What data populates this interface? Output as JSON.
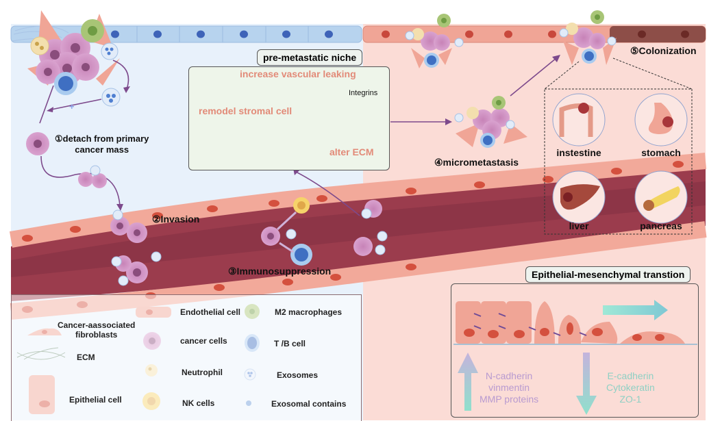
{
  "figure": {
    "regions": {
      "primary_site_color": "#e8f1fb",
      "metastatic_site_color": "#fbdcd6",
      "vessel_wall_color": "#f2a99a",
      "vessel_lumen_color": "#9b3c4d"
    },
    "steps": [
      {
        "number": "①",
        "label": "detach from primary cancer mass",
        "line1": "①detach from primary",
        "line2": "cancer mass"
      },
      {
        "number": "②",
        "label": "②Invasion"
      },
      {
        "number": "③",
        "label": "③Immunosuppression"
      },
      {
        "number": "④",
        "label": "④micrometastasis"
      },
      {
        "number": "⑤",
        "label": "⑤Colonization"
      }
    ],
    "pre_metastatic_niche": {
      "title": "pre-metastatic niche",
      "items": [
        "increase vascular leaking",
        "remodel stromal cell",
        "alter ECM"
      ],
      "annotation": "Integrins"
    },
    "colonization_sites": [
      {
        "name": "instestine",
        "icon": "intestine-icon"
      },
      {
        "name": "stomach",
        "icon": "stomach-icon"
      },
      {
        "name": "liver",
        "icon": "liver-icon"
      },
      {
        "name": "pancreas",
        "icon": "pancreas-icon"
      }
    ],
    "emt": {
      "title": "Epithelial-mesenchymal transtion",
      "upregulated": [
        "N-cadherin",
        "vinmentin",
        "MMP proteins"
      ],
      "downregulated": [
        "E-cadherin",
        "Cytokeratin",
        "ZO-1"
      ],
      "up_color": "#b89ad0",
      "down_color": "#8fd0c4"
    },
    "legend": [
      {
        "label": "Cancer-aassociated fibroblasts",
        "line1": "Cancer-aassociated",
        "line2": "fibroblasts",
        "icon": "fibroblast-icon"
      },
      {
        "label": "ECM",
        "icon": "ecm-icon"
      },
      {
        "label": "Epithelial cell",
        "icon": "epithelial-cell-icon"
      },
      {
        "label": "Endothelial cell",
        "icon": "endothelial-cell-icon"
      },
      {
        "label": "cancer cells",
        "icon": "cancer-cell-icon"
      },
      {
        "label": "Neutrophil",
        "icon": "neutrophil-icon"
      },
      {
        "label": "NK cells",
        "icon": "nk-cell-icon"
      },
      {
        "label": "M2 macrophages",
        "icon": "macrophage-icon"
      },
      {
        "label": "T /B cell",
        "icon": "tb-cell-icon"
      },
      {
        "label": "Exosomes",
        "icon": "exosome-icon"
      },
      {
        "label": "Exosomal contains",
        "icon": "exosomal-content-icon"
      }
    ]
  }
}
